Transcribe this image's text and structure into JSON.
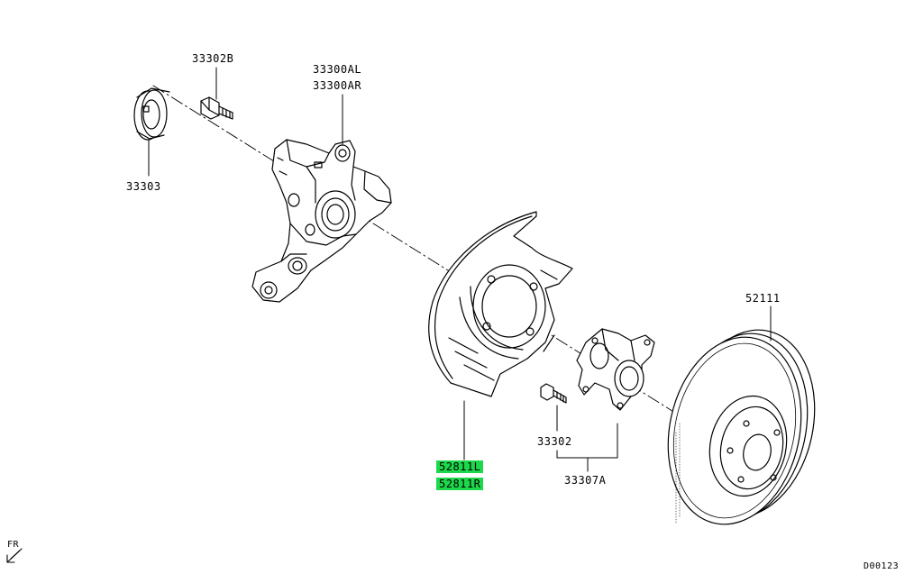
{
  "diagram": {
    "parts": {
      "cap": "33303",
      "bolt": "33302B",
      "knuckle_l": "33300AL",
      "knuckle_r": "33300AR",
      "shield_l": "52811L",
      "shield_r": "52811R",
      "stud": "33302",
      "hub": "33307A",
      "rotor": "52111"
    },
    "orientation": "FR",
    "diagram_code": "D00123",
    "highlight_color": "#1dd84b"
  }
}
